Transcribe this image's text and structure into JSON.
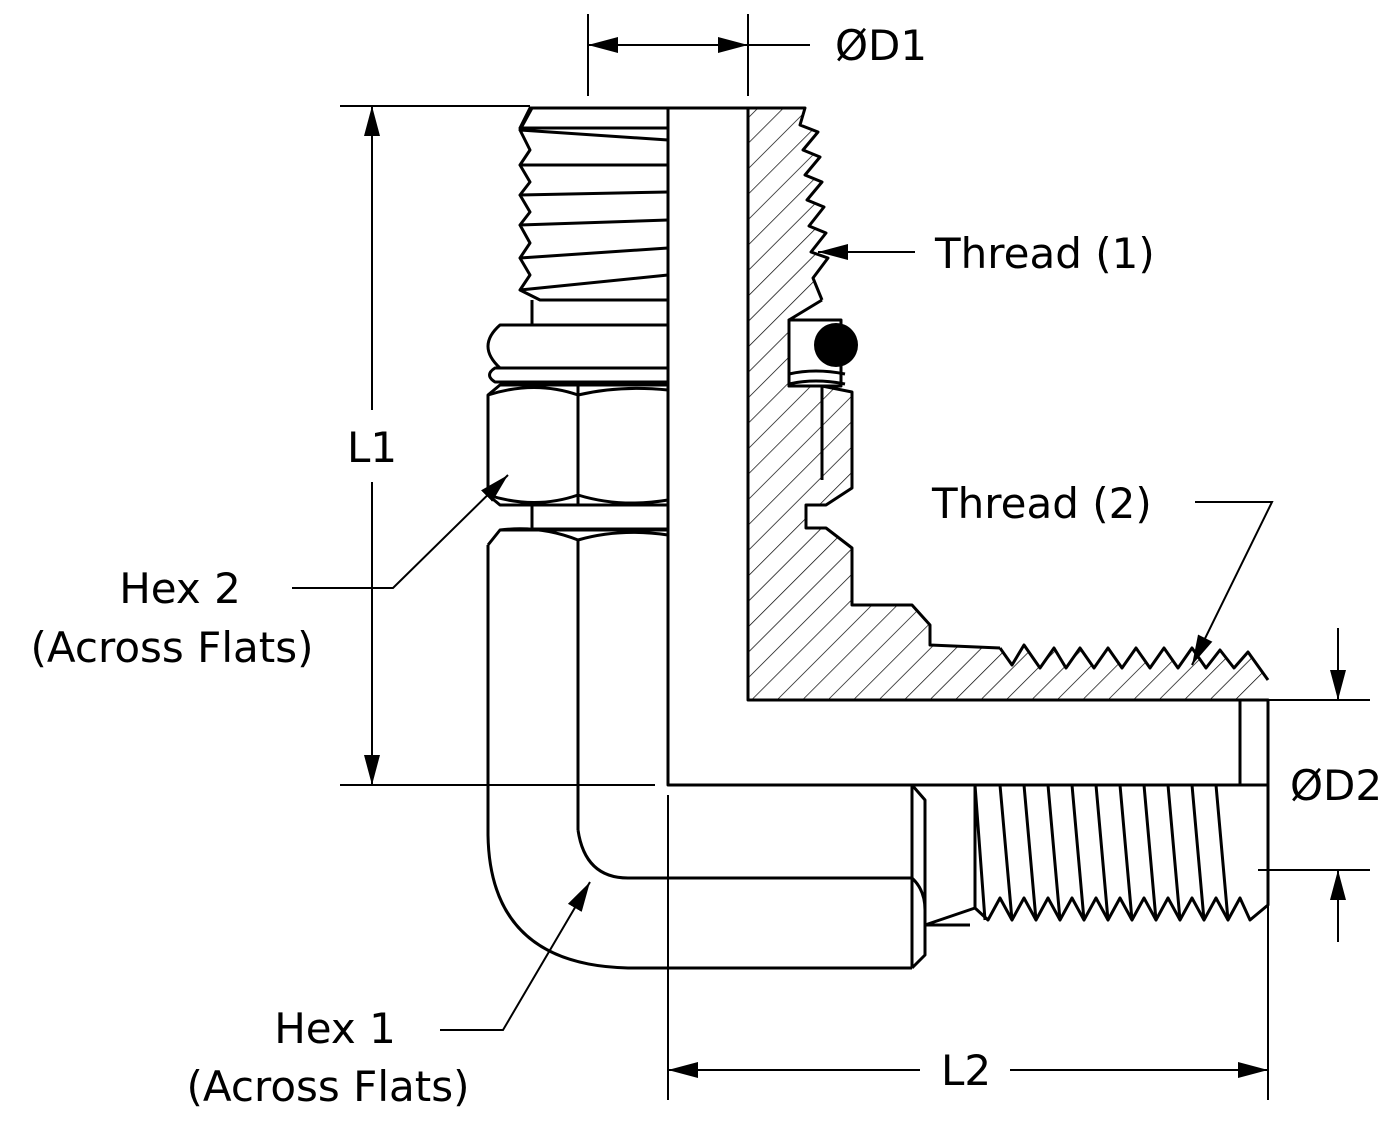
{
  "diagram": {
    "labels": {
      "d1": "ØD1",
      "d2": "ØD2",
      "l1": "L1",
      "l2": "L2",
      "thread1": "Thread (1)",
      "thread2": "Thread (2)",
      "hex2_line1": "Hex 2",
      "hex2_line2": "(Across Flats)",
      "hex1_line1": "Hex 1",
      "hex1_line2": "(Across Flats)"
    },
    "colors": {
      "line": "#000000",
      "background": "#ffffff"
    }
  }
}
